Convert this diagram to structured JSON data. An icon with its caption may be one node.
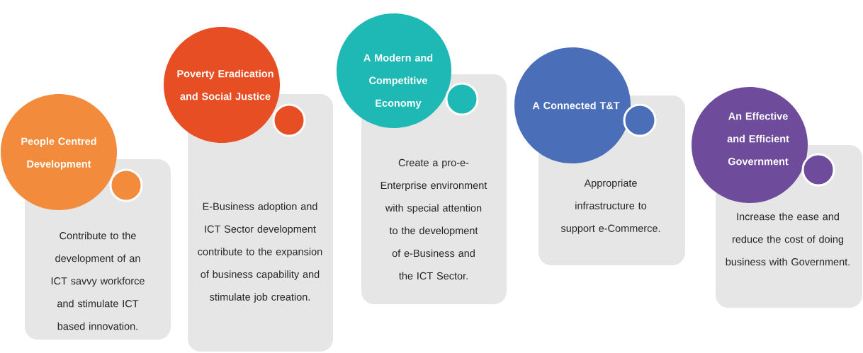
{
  "diagram": {
    "nodes": [
      {
        "text": [
          "People Centred Development"
        ]
      },
      {
        "text": [],
        "shape": "circle",
        "in": 2
      },
      {
        "text": [
          "Contribute to the development of an ICT savvy workforce and stimulate ICT based innovation."
        ]
      },
      {
        "text": [
          "Poverty Eradication and Social Justice"
        ]
      },
      {
        "text": [],
        "shape": "circle",
        "in": 5
      },
      {
        "text": [
          "E-Business adoption and ICT Sector development contribute to the expansion of business capability and stimulate job creation."
        ]
      },
      {
        "text": [
          "A Modern and Competitive Economy"
        ]
      },
      {
        "text": [],
        "shape": "circle",
        "in": 8
      },
      {
        "text": [
          "Create a pro-e-Enterprise environment with special attention to the development of e-Business and the ICT Sector."
        ]
      },
      {
        "text": [
          "A Connected T&T"
        ]
      },
      {
        "text": [],
        "shape": "circle",
        "in": 11
      },
      {
        "text": [
          "Appropriate infrastructure to support e-Commerce."
        ]
      },
      {
        "text": [
          "An Effective and Efficient Government"
        ]
      },
      {
        "text": [],
        "shape": "circle",
        "in": 14
      },
      {
        "text": [
          "Increase the ease and reduce the cost of doing business with Government."
        ]
      }
    ]
  }
}
